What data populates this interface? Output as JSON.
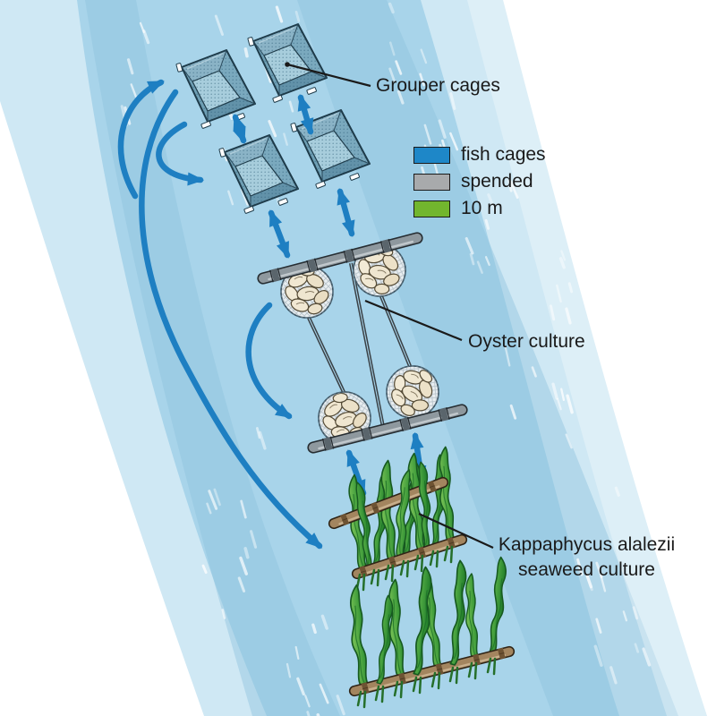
{
  "figure": {
    "type": "integrated-aquaculture-diagram",
    "background": "#ffffff"
  },
  "labels": {
    "grouper_cages": "Grouper cages",
    "oyster_culture": "Oyster culture",
    "seaweed_line1": "Kappaphycus alalezii",
    "seaweed_line2": "seaweed culture"
  },
  "legend": {
    "items": [
      {
        "label": "fish cages",
        "color": "#1e87c8"
      },
      {
        "label": "spended",
        "color": "#a8aaac"
      },
      {
        "label": "10 m",
        "color": "#72b62e"
      }
    ]
  },
  "colors": {
    "water_outer": "#cfe8f4",
    "water_main": "#a8d4ea",
    "water_current": "#8fc3dd",
    "flow_arrow": "#1e7fc2",
    "pointer_line": "#1a1a1a",
    "text": "#1a1a1a",
    "cage_net": "#79a7bb",
    "pipe_gray": "#8e989e",
    "oyster_shell": "#efe6d0",
    "seaweed_green": "#3f9e3b",
    "pole_brown": "#a3855f"
  }
}
